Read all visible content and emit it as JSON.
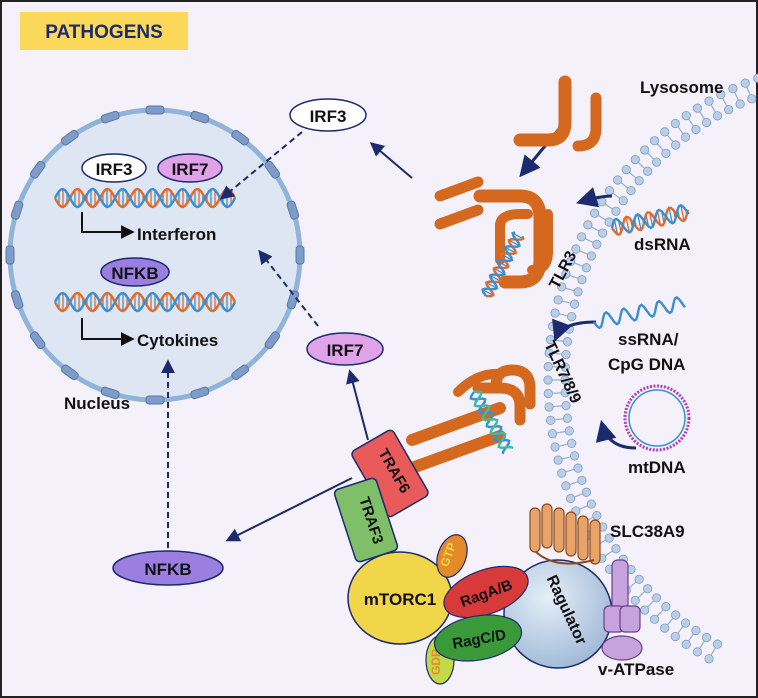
{
  "header": {
    "label": "PATHOGENS"
  },
  "compartments": {
    "lysosome": "Lysosome",
    "nucleus": "Nucleus"
  },
  "genes": {
    "interferon": "Interferon",
    "cytokines": "Cytokines"
  },
  "factors": {
    "irf3_out": "IRF3",
    "irf3_in": "IRF3",
    "irf7_in": "IRF7",
    "irf7_out": "IRF7",
    "nfkb_in": "NFKB",
    "nfkb_out": "NFKB"
  },
  "receptors": {
    "tlr3": "TLR3",
    "tlr789": "TLR7/8/9"
  },
  "ligands": {
    "dsrna": "dsRNA",
    "ssrna_l1": "ssRNA/",
    "ssrna_l2": "CpG DNA",
    "mtdna": "mtDNA"
  },
  "adaptors": {
    "traf6": "TRAF6",
    "traf3": "TRAF3"
  },
  "complex": {
    "mtorc1": "mTORC1",
    "rag_ab": "RagA/B",
    "rag_cd": "RagC/D",
    "gtp": "GTP",
    "gdp": "GDP",
    "ragulator": "Ragulator",
    "slc38a9": "SLC38A9",
    "vatpase": "v-ATPase"
  },
  "colors": {
    "background": "#f4f1fa",
    "header_bg": "#fbd85a",
    "header_text": "#1c2a6e",
    "receptor": "#d5681f",
    "traf6": "#e95b5b",
    "traf3": "#7fbf6a",
    "mtorc1": "#f2d64a",
    "rag_ab": "#d83a3a",
    "rag_cd": "#3a9a3a",
    "ragulator": "#b9cde3",
    "irf7": "#e0a3ea",
    "nfkb": "#9a7fe0",
    "membrane": "#8fb3d9",
    "nucleus_fill": "#dde6f2",
    "arrow": "#1c2a6e"
  }
}
